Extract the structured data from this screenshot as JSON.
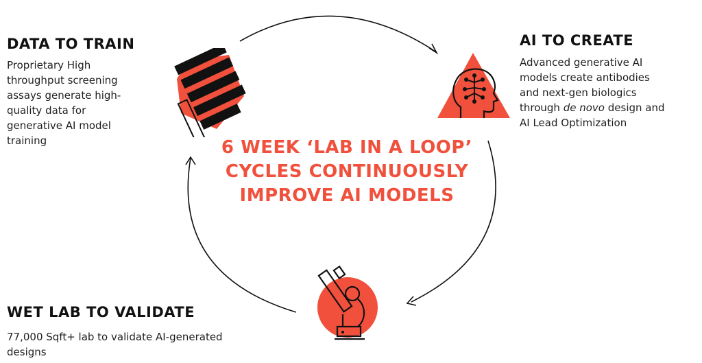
{
  "colors": {
    "accent": "#f0503c",
    "ink": "#111111"
  },
  "center": {
    "lines": [
      "6 WEEK ‘LAB IN A LOOP’",
      "CYCLES CONTINUOUSLY",
      "IMPROVE AI MODELS"
    ]
  },
  "stages": {
    "data": {
      "heading": "DATA TO TRAIN",
      "lines": [
        "Proprietary High",
        "throughput screening",
        "assays generate high-",
        "quality data for",
        "generative AI model",
        "training"
      ],
      "icon": "dna-strand-icon"
    },
    "ai": {
      "heading": "AI TO CREATE",
      "line1": "Advanced generative AI",
      "line2": "models create antibodies",
      "line3": "and next-gen biologics",
      "line4_prefix": "through ",
      "line4_em": "de novo",
      "line4_suffix": " design and",
      "line5": "AI Lead Optimization",
      "icon": "ai-head-icon"
    },
    "lab": {
      "heading": "WET LAB TO VALIDATE",
      "lines": [
        "77,000 Sqft+ lab to validate AI-generated",
        "designs"
      ],
      "icon": "microscope-icon"
    }
  }
}
